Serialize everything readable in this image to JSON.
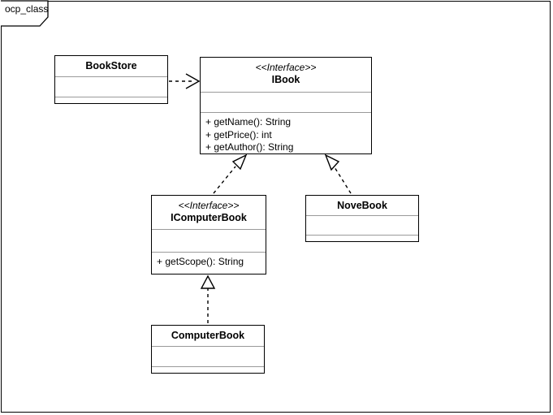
{
  "diagram": {
    "frame_label": "ocp_class",
    "type": "uml-class-diagram",
    "background_color": "#ffffff",
    "line_color": "#000000",
    "divider_color": "#9a9a9a"
  },
  "classes": [
    {
      "id": "bookstore",
      "stereotype": "",
      "name": "BookStore",
      "attributes": [],
      "operations": []
    },
    {
      "id": "ibook",
      "stereotype": "<<Interface>>",
      "name": "IBook",
      "attributes": [],
      "operations": [
        "+ getName(): String",
        "+ getPrice(): int",
        "+ getAuthor(): String"
      ]
    },
    {
      "id": "icomputerbook",
      "stereotype": "<<Interface>>",
      "name": "IComputerBook",
      "attributes": [],
      "operations": [
        "+ getScope(): String"
      ]
    },
    {
      "id": "novebook",
      "stereotype": "",
      "name": "NoveBook",
      "attributes": [],
      "operations": []
    },
    {
      "id": "computerbook",
      "stereotype": "",
      "name": "ComputerBook",
      "attributes": [],
      "operations": []
    }
  ],
  "relationships": [
    {
      "id": "rel-bookstore-ibook",
      "from": "BookStore",
      "to": "IBook",
      "kind": "dependency",
      "line": "dashed",
      "arrowhead": "open"
    },
    {
      "id": "rel-icomputerbook-ibook",
      "from": "IComputerBook",
      "to": "IBook",
      "kind": "realization",
      "line": "dashed",
      "arrowhead": "hollow-triangle"
    },
    {
      "id": "rel-novebook-ibook",
      "from": "NoveBook",
      "to": "IBook",
      "kind": "realization",
      "line": "dashed",
      "arrowhead": "hollow-triangle"
    },
    {
      "id": "rel-computerbook-icomputerbook",
      "from": "ComputerBook",
      "to": "IComputerBook",
      "kind": "realization",
      "line": "dashed",
      "arrowhead": "hollow-triangle"
    }
  ]
}
